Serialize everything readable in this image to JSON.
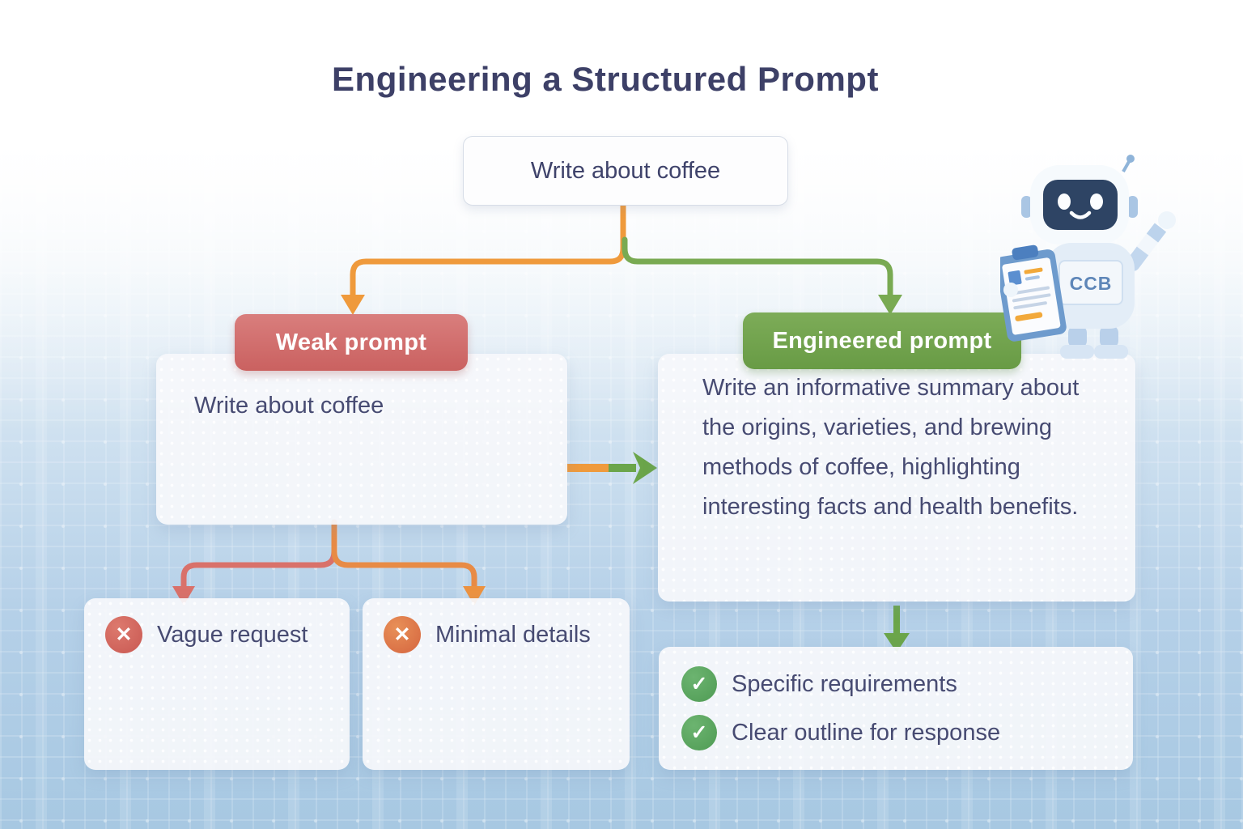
{
  "title": "Engineering a Structured Prompt",
  "root_prompt": "Write about coffee",
  "weak": {
    "badge": "Weak prompt",
    "content": "Write about coffee",
    "issues": [
      {
        "label": "Vague request",
        "icon": "x-circle-icon"
      },
      {
        "label": "Minimal details",
        "icon": "x-circle-icon"
      }
    ]
  },
  "engineered": {
    "badge": "Engineered prompt",
    "content": "Write an informative summary about the origins, varieties, and brewing methods of coffee, highlighting interesting facts and health benefits.",
    "benefits": [
      {
        "label": "Specific requirements",
        "icon": "check-circle-icon"
      },
      {
        "label": "Clear outline for response",
        "icon": "check-circle-icon"
      }
    ]
  },
  "icons": {
    "x_glyph": "✕",
    "check_glyph": "✓"
  },
  "robot": {
    "chest_label": "CCB"
  },
  "colors": {
    "title_navy": "#3d4067",
    "body_navy": "#474b72",
    "weak_red": "#cd6663",
    "engineered_green": "#74a64f",
    "orange_connector": "#ef9a3c",
    "green_connector": "#6ba54a",
    "background_blue": "#a7c8e2"
  }
}
